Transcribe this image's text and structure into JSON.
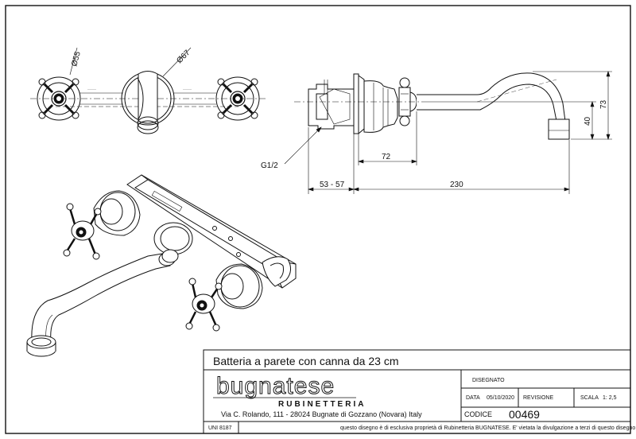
{
  "dimensions": {
    "d55": "Ø55",
    "d67": "Ø67",
    "thread": "G1/2",
    "d72": "72",
    "d53_57": "53 - 57",
    "d230": "230",
    "d73": "73",
    "d40": "40"
  },
  "title_block": {
    "title": "Batteria a parete con canna da 23 cm",
    "brand": "bugnatese",
    "brand_sub": "RUBINETTERIA",
    "address": "Via C. Rolando, 111 - 28024 Bugnate di Gozzano (Novara) Italy",
    "disegnato_label": "DISEGNATO",
    "data_label": "DATA",
    "data_value": "05/10/2020",
    "revisione_label": "REVISIONE",
    "scala_label": "SCALA",
    "scala_value": "1: 2,5",
    "codice_label": "CODICE",
    "codice_value": "00469",
    "cert": "UNI 8187",
    "notice": "questo disegno è di esclusiva proprietà di Rubinetteria BUGNATESE. E' vietata la divulgazione a terzi di questo disegno"
  }
}
